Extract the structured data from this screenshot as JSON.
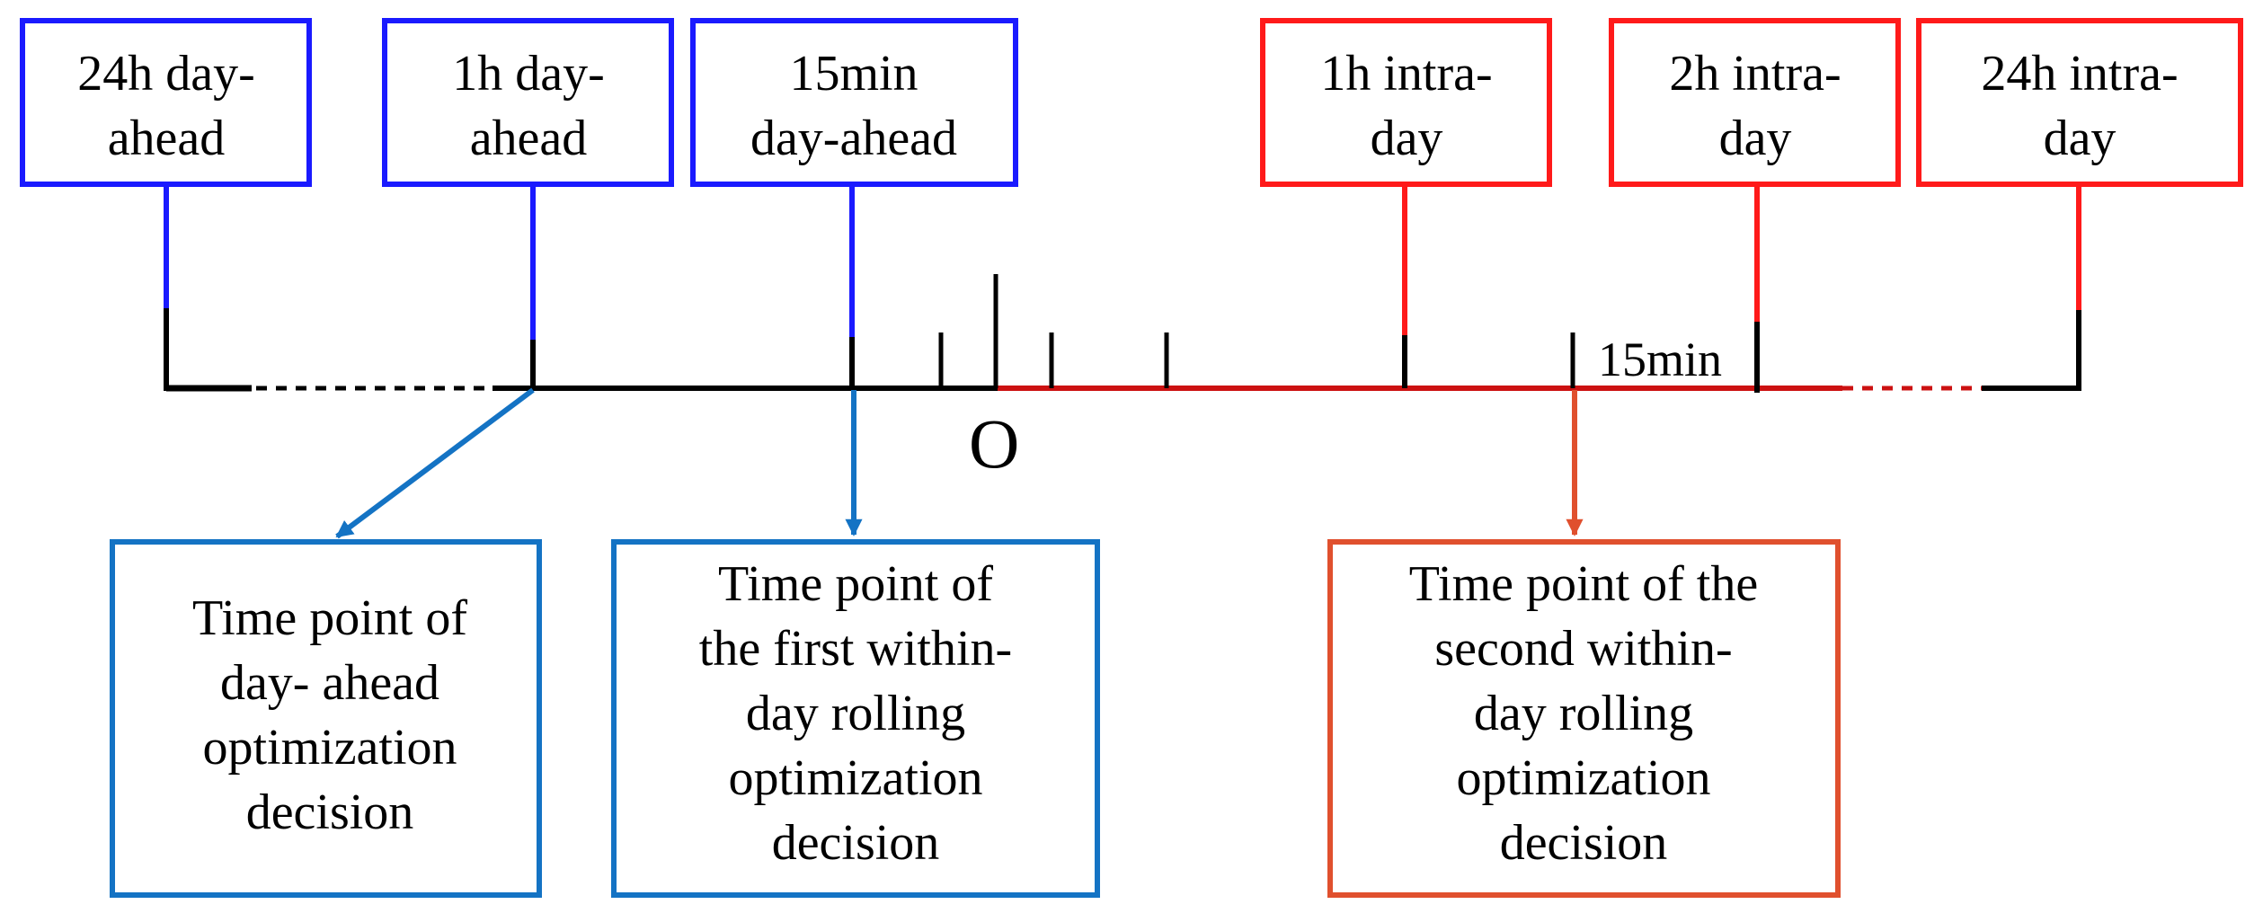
{
  "colors": {
    "day_ahead": "#1a1aff",
    "intra_day": "#ff1a1a",
    "decision_day_ahead": "#1473c4",
    "decision_intraday": "#e0502e",
    "axis": "#000000",
    "axis_red": "#cc1111"
  },
  "top_boxes": [
    {
      "id": "box-24h-day-ahead",
      "lines": [
        "24h day-",
        "ahead"
      ]
    },
    {
      "id": "box-1h-day-ahead",
      "lines": [
        "1h day-",
        "ahead"
      ]
    },
    {
      "id": "box-15min-day-ahead",
      "lines": [
        "15min",
        "day-ahead"
      ]
    },
    {
      "id": "box-1h-intra-day",
      "lines": [
        "1h intra-",
        "day"
      ]
    },
    {
      "id": "box-2h-intra-day",
      "lines": [
        "2h intra-",
        "day"
      ]
    },
    {
      "id": "box-24h-intra-day",
      "lines": [
        "24h intra-",
        "day"
      ]
    }
  ],
  "axis_labels": {
    "origin": "O",
    "interval": "15min"
  },
  "bottom_boxes": [
    {
      "id": "decision-day-ahead",
      "lines": [
        "Time point of",
        "day- ahead",
        "optimization",
        "decision"
      ]
    },
    {
      "id": "decision-first-rolling",
      "lines": [
        "Time point of",
        "the first within-",
        "day rolling",
        "optimization",
        "decision"
      ]
    },
    {
      "id": "decision-second-rolling",
      "lines": [
        "Time point of the",
        "second within-",
        "day rolling",
        "optimization",
        "decision"
      ]
    }
  ]
}
